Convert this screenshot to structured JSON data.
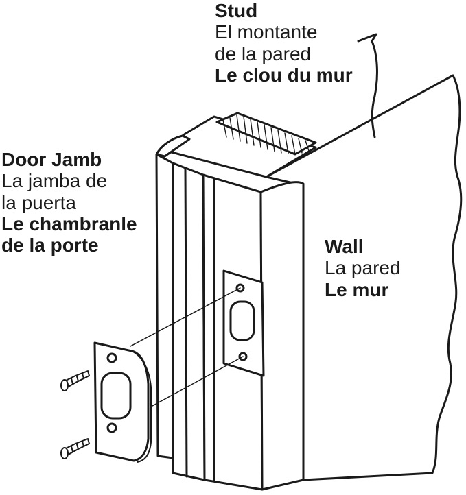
{
  "labels": {
    "stud": {
      "en": "Stud",
      "es_line1": "El montante",
      "es_line2": "de la pared",
      "fr": "Le clou du mur"
    },
    "door_jamb": {
      "en": "Door Jamb",
      "es_line1": "La jamba de",
      "es_line2": "la puerta",
      "fr_line1": "Le chambranle",
      "fr_line2": "de la porte"
    },
    "wall": {
      "en": "Wall",
      "es": "La pared",
      "fr": "Le mur"
    }
  },
  "colors": {
    "stroke": "#1a1a1a",
    "fill": "#ffffff"
  },
  "icons": [
    "screw-icon",
    "strike-plate-icon"
  ]
}
